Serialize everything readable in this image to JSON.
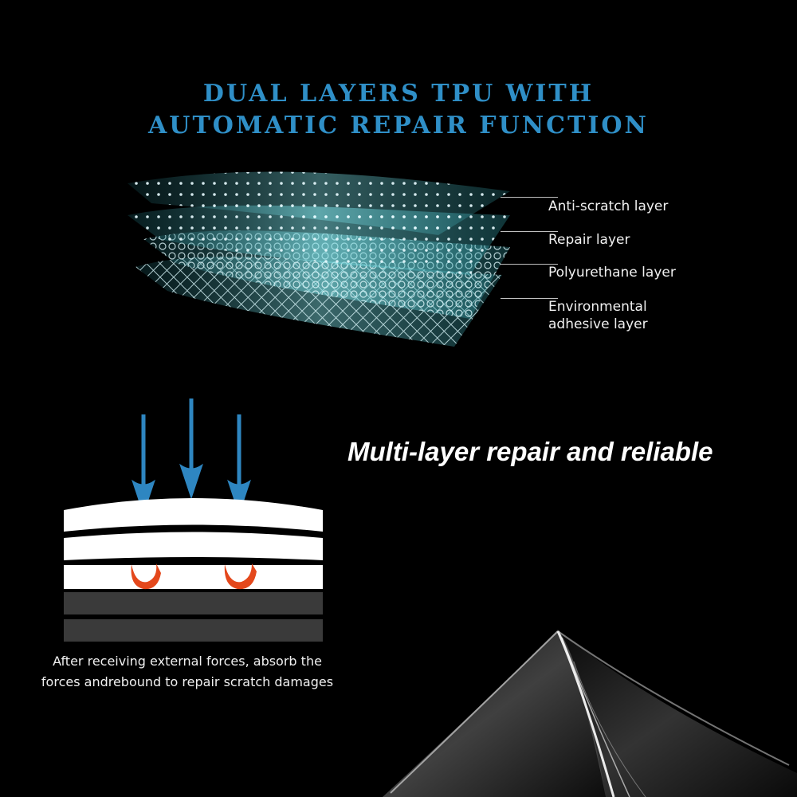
{
  "header": {
    "title_line1": "DUAL LAYERS TPU WITH",
    "title_line2": "AUTOMATIC REPAIR FUNCTION",
    "title_color": "#2f8fc7"
  },
  "layers": {
    "labels": [
      "Anti-scratch layer",
      "Repair layer",
      "Polyurethane layer",
      "Environmental",
      "adhesive layer"
    ],
    "colors": {
      "film": "#7fd8e0",
      "pattern": "#cfeef2"
    }
  },
  "tagline": "Multi-layer repair and reliable",
  "force_diagram": {
    "arrow_color": "#2e86c1",
    "repair_marker_color": "#e4481c",
    "caption_line1": "After receiving external forces, absorb the",
    "caption_line2": "forces andrebound to repair scratch damages"
  }
}
